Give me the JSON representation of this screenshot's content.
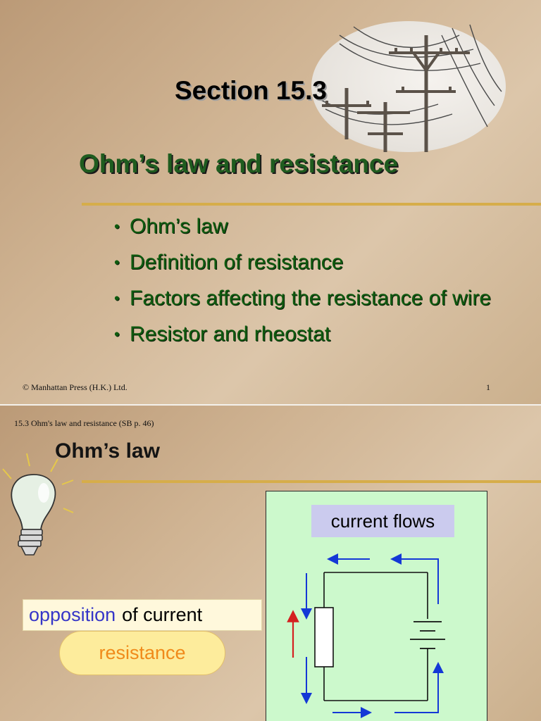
{
  "slide1": {
    "section_title": "Section 15.3",
    "heading": "Ohm’s law and resistance",
    "bullets": [
      "Ohm’s law",
      "Definition of resistance",
      "Factors affecting the resistance of wire",
      "Resistor and rheostat"
    ],
    "bullet_marker": "•",
    "copyright": "© Manhattan Press (H.K.) Ltd.",
    "page_number": "1",
    "image_icon": "power-lines-icon"
  },
  "slide2": {
    "breadcrumb": "15.3 Ohm's law and resistance (SB p. 46)",
    "title": "Ohm’s law",
    "icon": "light-bulb-icon",
    "current_label": "current flows",
    "opposition_highlight": "opposition",
    "opposition_rest": "of current",
    "resistance": "resistance",
    "circuit_icon": "circuit-diagram-icon"
  },
  "colors": {
    "heading_green": "#1f5c1f",
    "rule_gold": "#d6ad4a",
    "panel_green": "#ccf9cc",
    "label_lavender": "#cbcbee",
    "arrow_blue": "#1438d6",
    "arrow_red": "#d42020",
    "pill_yellow": "#fdec9c",
    "pill_text_orange": "#f08a1a"
  }
}
